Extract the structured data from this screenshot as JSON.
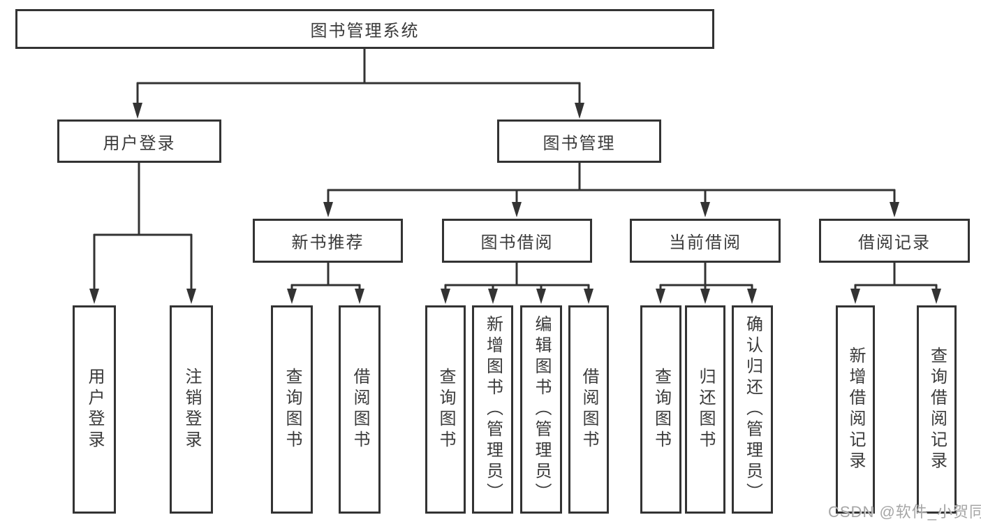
{
  "tree": {
    "root": "图书管理系统",
    "branches": [
      {
        "label": "用户登录",
        "children": [
          "用户登录",
          "注销登录"
        ]
      },
      {
        "label": "图书管理",
        "groups": [
          {
            "label": "新书推荐",
            "children": [
              "查询图书",
              "借阅图书"
            ]
          },
          {
            "label": "图书借阅",
            "children": [
              "查询图书",
              "新增图书（管理员）",
              "编辑图书（管理员）",
              "借阅图书"
            ]
          },
          {
            "label": "当前借阅",
            "children": [
              "查询图书",
              "归还图书",
              "确认归还（管理员）"
            ]
          },
          {
            "label": "借阅记录",
            "children": [
              "新增借阅记录",
              "查询借阅记录"
            ]
          }
        ]
      }
    ]
  },
  "watermark": {
    "text": "CSDN @软件_小贺同学"
  },
  "colors": {
    "line": "#333333",
    "text": "#3a3a3a",
    "watermark": "#a6a6a6",
    "background": "#ffffff"
  }
}
